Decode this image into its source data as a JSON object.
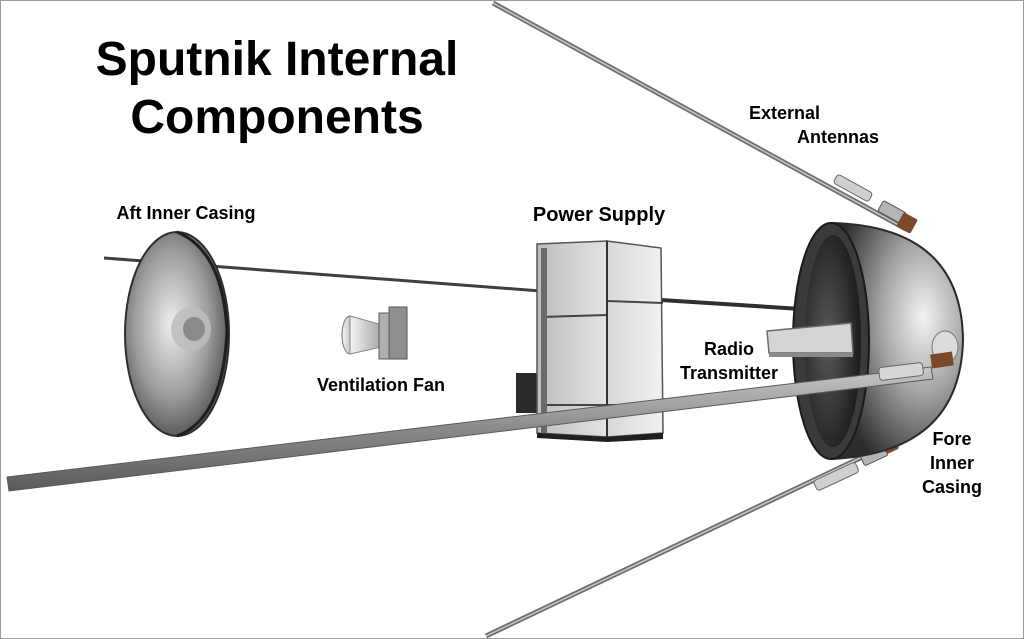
{
  "title": {
    "line1": "Sputnik Internal",
    "line2": "Components"
  },
  "labels": {
    "aft_inner_casing": "Aft Inner Casing",
    "ventilation_fan": "Ventilation Fan",
    "power_supply": "Power Supply",
    "radio_transmitter_line1": "Radio",
    "radio_transmitter_line2": "Transmitter",
    "external_antennas_line1": "External",
    "external_antennas_line2": "Antennas",
    "fore_inner_casing_line1": "Fore",
    "fore_inner_casing_line2": "Inner",
    "fore_inner_casing_line3": "Casing"
  },
  "colors": {
    "metal_light": "#e6e6e6",
    "metal_mid": "#a9a9a9",
    "metal_dark": "#3a3a3a",
    "copper": "#7a4a2a"
  }
}
